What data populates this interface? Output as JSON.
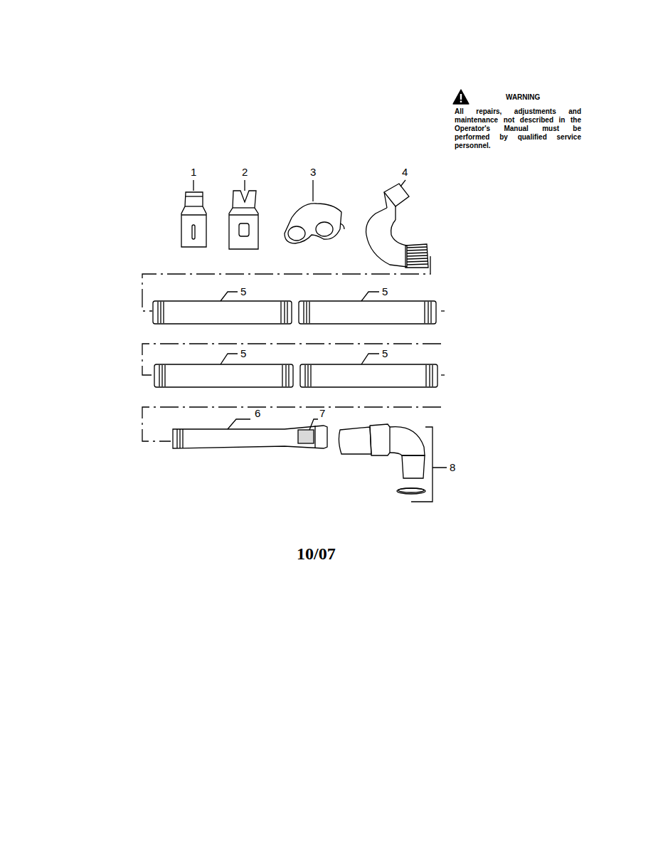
{
  "diagram": {
    "labels": [
      "WARNING",
      "All repairs, adjustments and maintenance not described in the Operator's Manual must be performed by qualified service personnel.",
      "1",
      "2",
      "3",
      "4",
      "5",
      "5",
      "5",
      "5",
      "6",
      "7",
      "8",
      "10/07"
    ]
  }
}
